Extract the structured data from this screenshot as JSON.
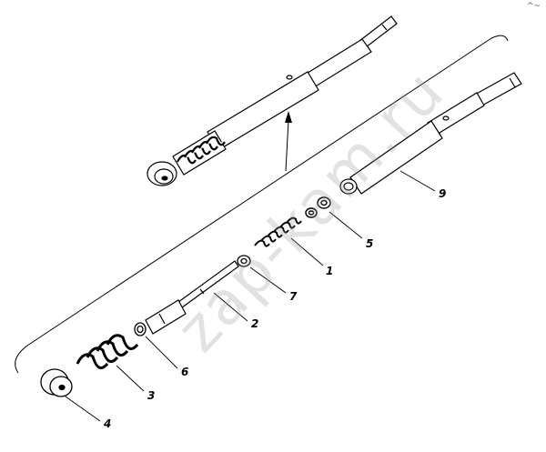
{
  "labels": {
    "l1": "1",
    "l2": "2",
    "l3": "3",
    "l4": "4",
    "l5": "5",
    "l6": "6",
    "l7": "7",
    "l9": "9"
  },
  "watermark": "zap-kam.ru",
  "corner_mark": "^~",
  "colors": {
    "ink": "#000000",
    "watermark": "#969696"
  }
}
